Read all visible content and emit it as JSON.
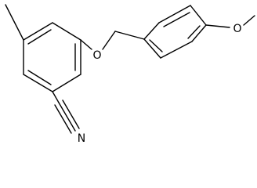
{
  "molecule": {
    "atom_labels": {
      "ether_oxygen": "O",
      "methoxy_oxygen": "O",
      "nitrile_nitrogen": "N"
    },
    "colors": {
      "bond": "#000000",
      "text": "#000000",
      "background": "#ffffff"
    }
  }
}
